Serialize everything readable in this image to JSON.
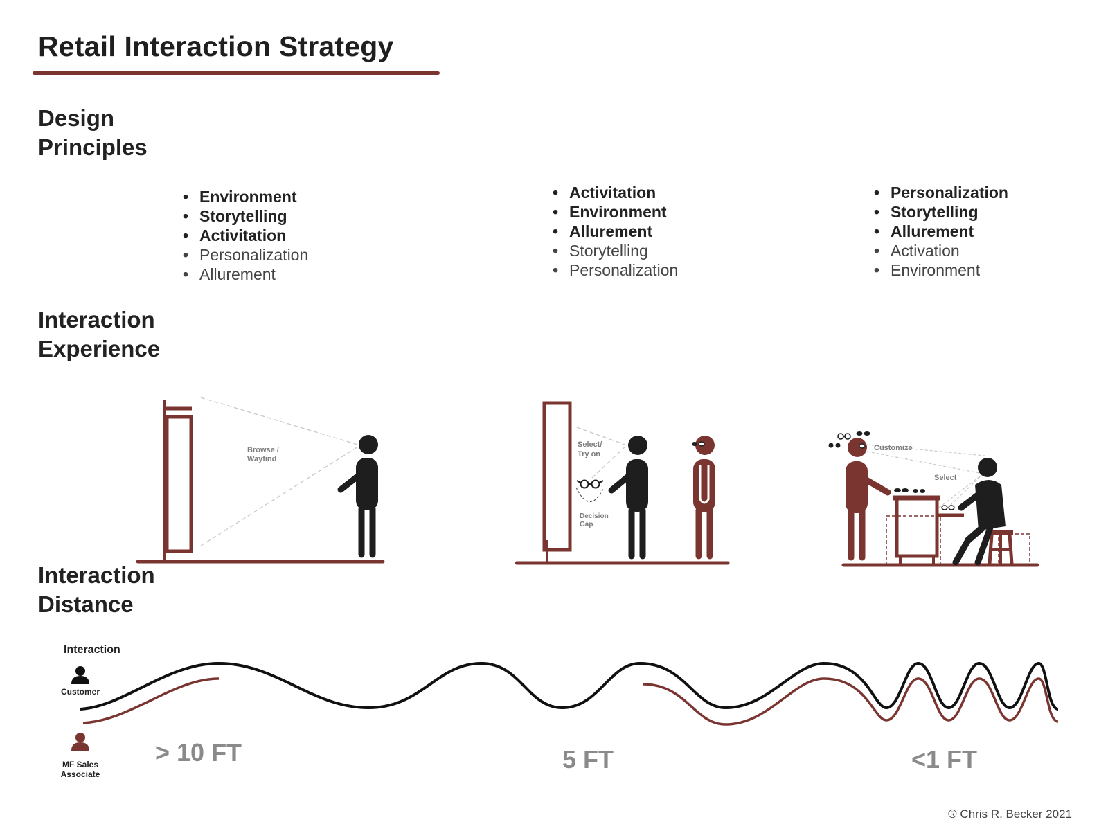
{
  "title": "Retail Interaction Strategy",
  "sections": {
    "design_principles": [
      "Design",
      "Principles"
    ],
    "interaction_experience": [
      "Interaction",
      "Experience"
    ],
    "interaction_distance": [
      "Interaction",
      "Distance"
    ]
  },
  "principles": [
    {
      "primary": [
        "Environment",
        "Storytelling",
        "Activitation"
      ],
      "secondary": [
        "Personalization",
        "Allurement"
      ]
    },
    {
      "primary": [
        "Activitation",
        "Environment",
        "Allurement"
      ],
      "secondary": [
        "Storytelling",
        "Personalization"
      ]
    },
    {
      "primary": [
        "Personalization",
        "Storytelling",
        "Allurement"
      ],
      "secondary": [
        "Activation",
        "Environment"
      ]
    }
  ],
  "scenes": {
    "browse_label": [
      "Browse /",
      "Wayfind"
    ],
    "select_label": [
      "Select/",
      "Try on"
    ],
    "decision_label": [
      "Decision",
      "Gap"
    ],
    "customize_label": "Customize",
    "select2_label": "Select"
  },
  "distance": {
    "header": "Interaction",
    "customer_label": "Customer",
    "associate_label": [
      "MF Sales",
      "Associate"
    ],
    "labels": [
      "> 10 FT",
      "5 FT",
      "<1 FT"
    ]
  },
  "colors": {
    "accent": "#7a3530",
    "figure": "#1e1e1e"
  },
  "icons": [
    "person-icon",
    "glasses-icon"
  ],
  "credit": "® Chris R. Becker 2021"
}
